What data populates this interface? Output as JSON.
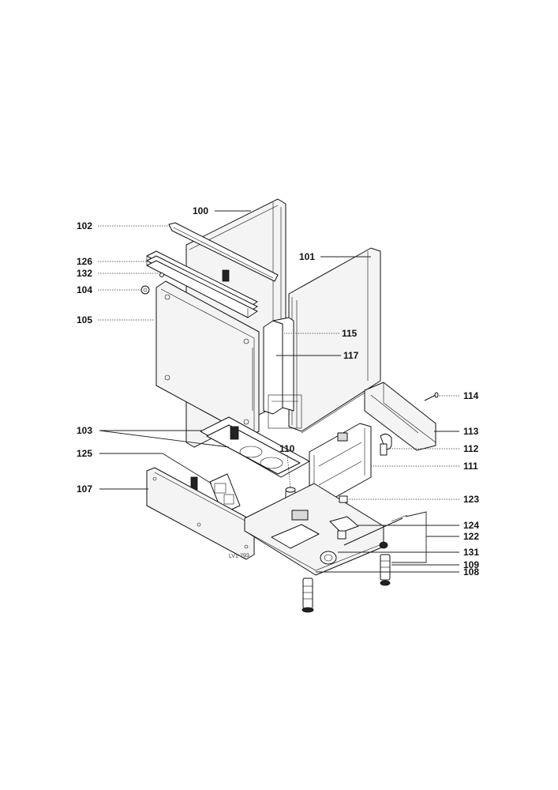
{
  "diagram": {
    "reference": "LV1-793",
    "callouts": [
      {
        "id": "100",
        "label": "100"
      },
      {
        "id": "102",
        "label": "102"
      },
      {
        "id": "101",
        "label": "101"
      },
      {
        "id": "126",
        "label": "126"
      },
      {
        "id": "132",
        "label": "132"
      },
      {
        "id": "104",
        "label": "104"
      },
      {
        "id": "105",
        "label": "105"
      },
      {
        "id": "115",
        "label": "115"
      },
      {
        "id": "117",
        "label": "117"
      },
      {
        "id": "114",
        "label": "114"
      },
      {
        "id": "103",
        "label": "103"
      },
      {
        "id": "113",
        "label": "113"
      },
      {
        "id": "110",
        "label": "110"
      },
      {
        "id": "112",
        "label": "112"
      },
      {
        "id": "125",
        "label": "125"
      },
      {
        "id": "111",
        "label": "111"
      },
      {
        "id": "107",
        "label": "107"
      },
      {
        "id": "123",
        "label": "123"
      },
      {
        "id": "124",
        "label": "124"
      },
      {
        "id": "122",
        "label": "122"
      },
      {
        "id": "131",
        "label": "131"
      },
      {
        "id": "109",
        "label": "109"
      },
      {
        "id": "108",
        "label": "108"
      }
    ]
  }
}
